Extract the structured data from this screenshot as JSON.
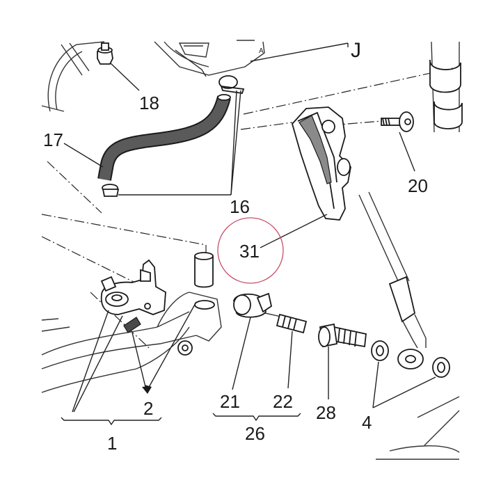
{
  "labels": {
    "p18": "18",
    "p17": "17",
    "p16": "16",
    "pJ": "J",
    "p20": "20",
    "p31": "31",
    "p21": "21",
    "p22": "22",
    "p28": "28",
    "p4": "4",
    "p2": "2",
    "p1": "1",
    "p26": "26"
  },
  "colors": {
    "highlight_circle": "#c8506a",
    "hose": "#5a5a5a",
    "ink": "#1a1a1a"
  }
}
